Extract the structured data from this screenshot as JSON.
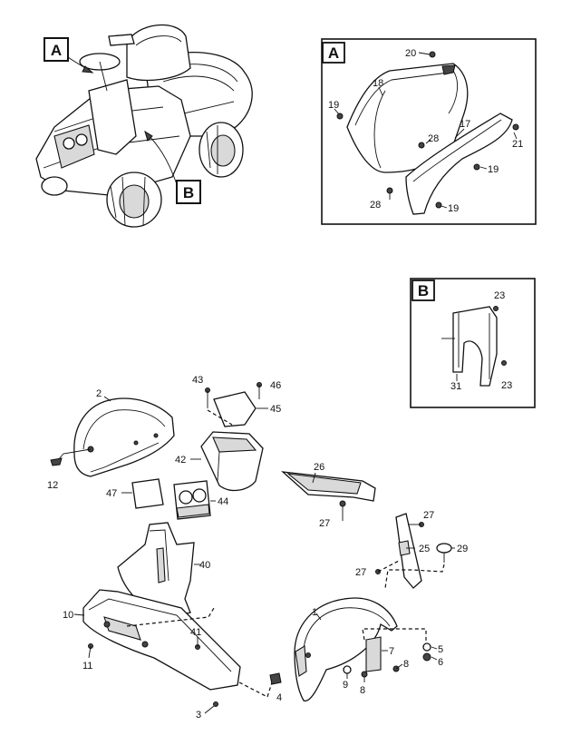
{
  "callouts": {
    "A_main": "A",
    "B_main": "B",
    "A_detail": "A",
    "B_detail": "B"
  },
  "detail_A_labels": {
    "p20": "20",
    "p18": "18",
    "p19a": "19",
    "p17": "17",
    "p21": "21",
    "p28a": "28",
    "p19b": "19",
    "p28b": "28",
    "p19c": "19"
  },
  "detail_B_labels": {
    "p23a": "23",
    "p31": "31",
    "p23b": "23"
  },
  "main_labels": {
    "p2": "2",
    "p43": "43",
    "p46": "46",
    "p45": "45",
    "p42": "42",
    "p12": "12",
    "p47": "47",
    "p44": "44",
    "p26": "26",
    "p27a": "27",
    "p27b": "27",
    "p25": "25",
    "p29": "29",
    "p27c": "27",
    "p40": "40",
    "p10": "10",
    "p41": "41",
    "p11": "11",
    "p1": "1",
    "p7": "7",
    "p5": "5",
    "p6": "6",
    "p8a": "8",
    "p9": "9",
    "p8b": "8",
    "p4": "4",
    "p3": "3"
  }
}
